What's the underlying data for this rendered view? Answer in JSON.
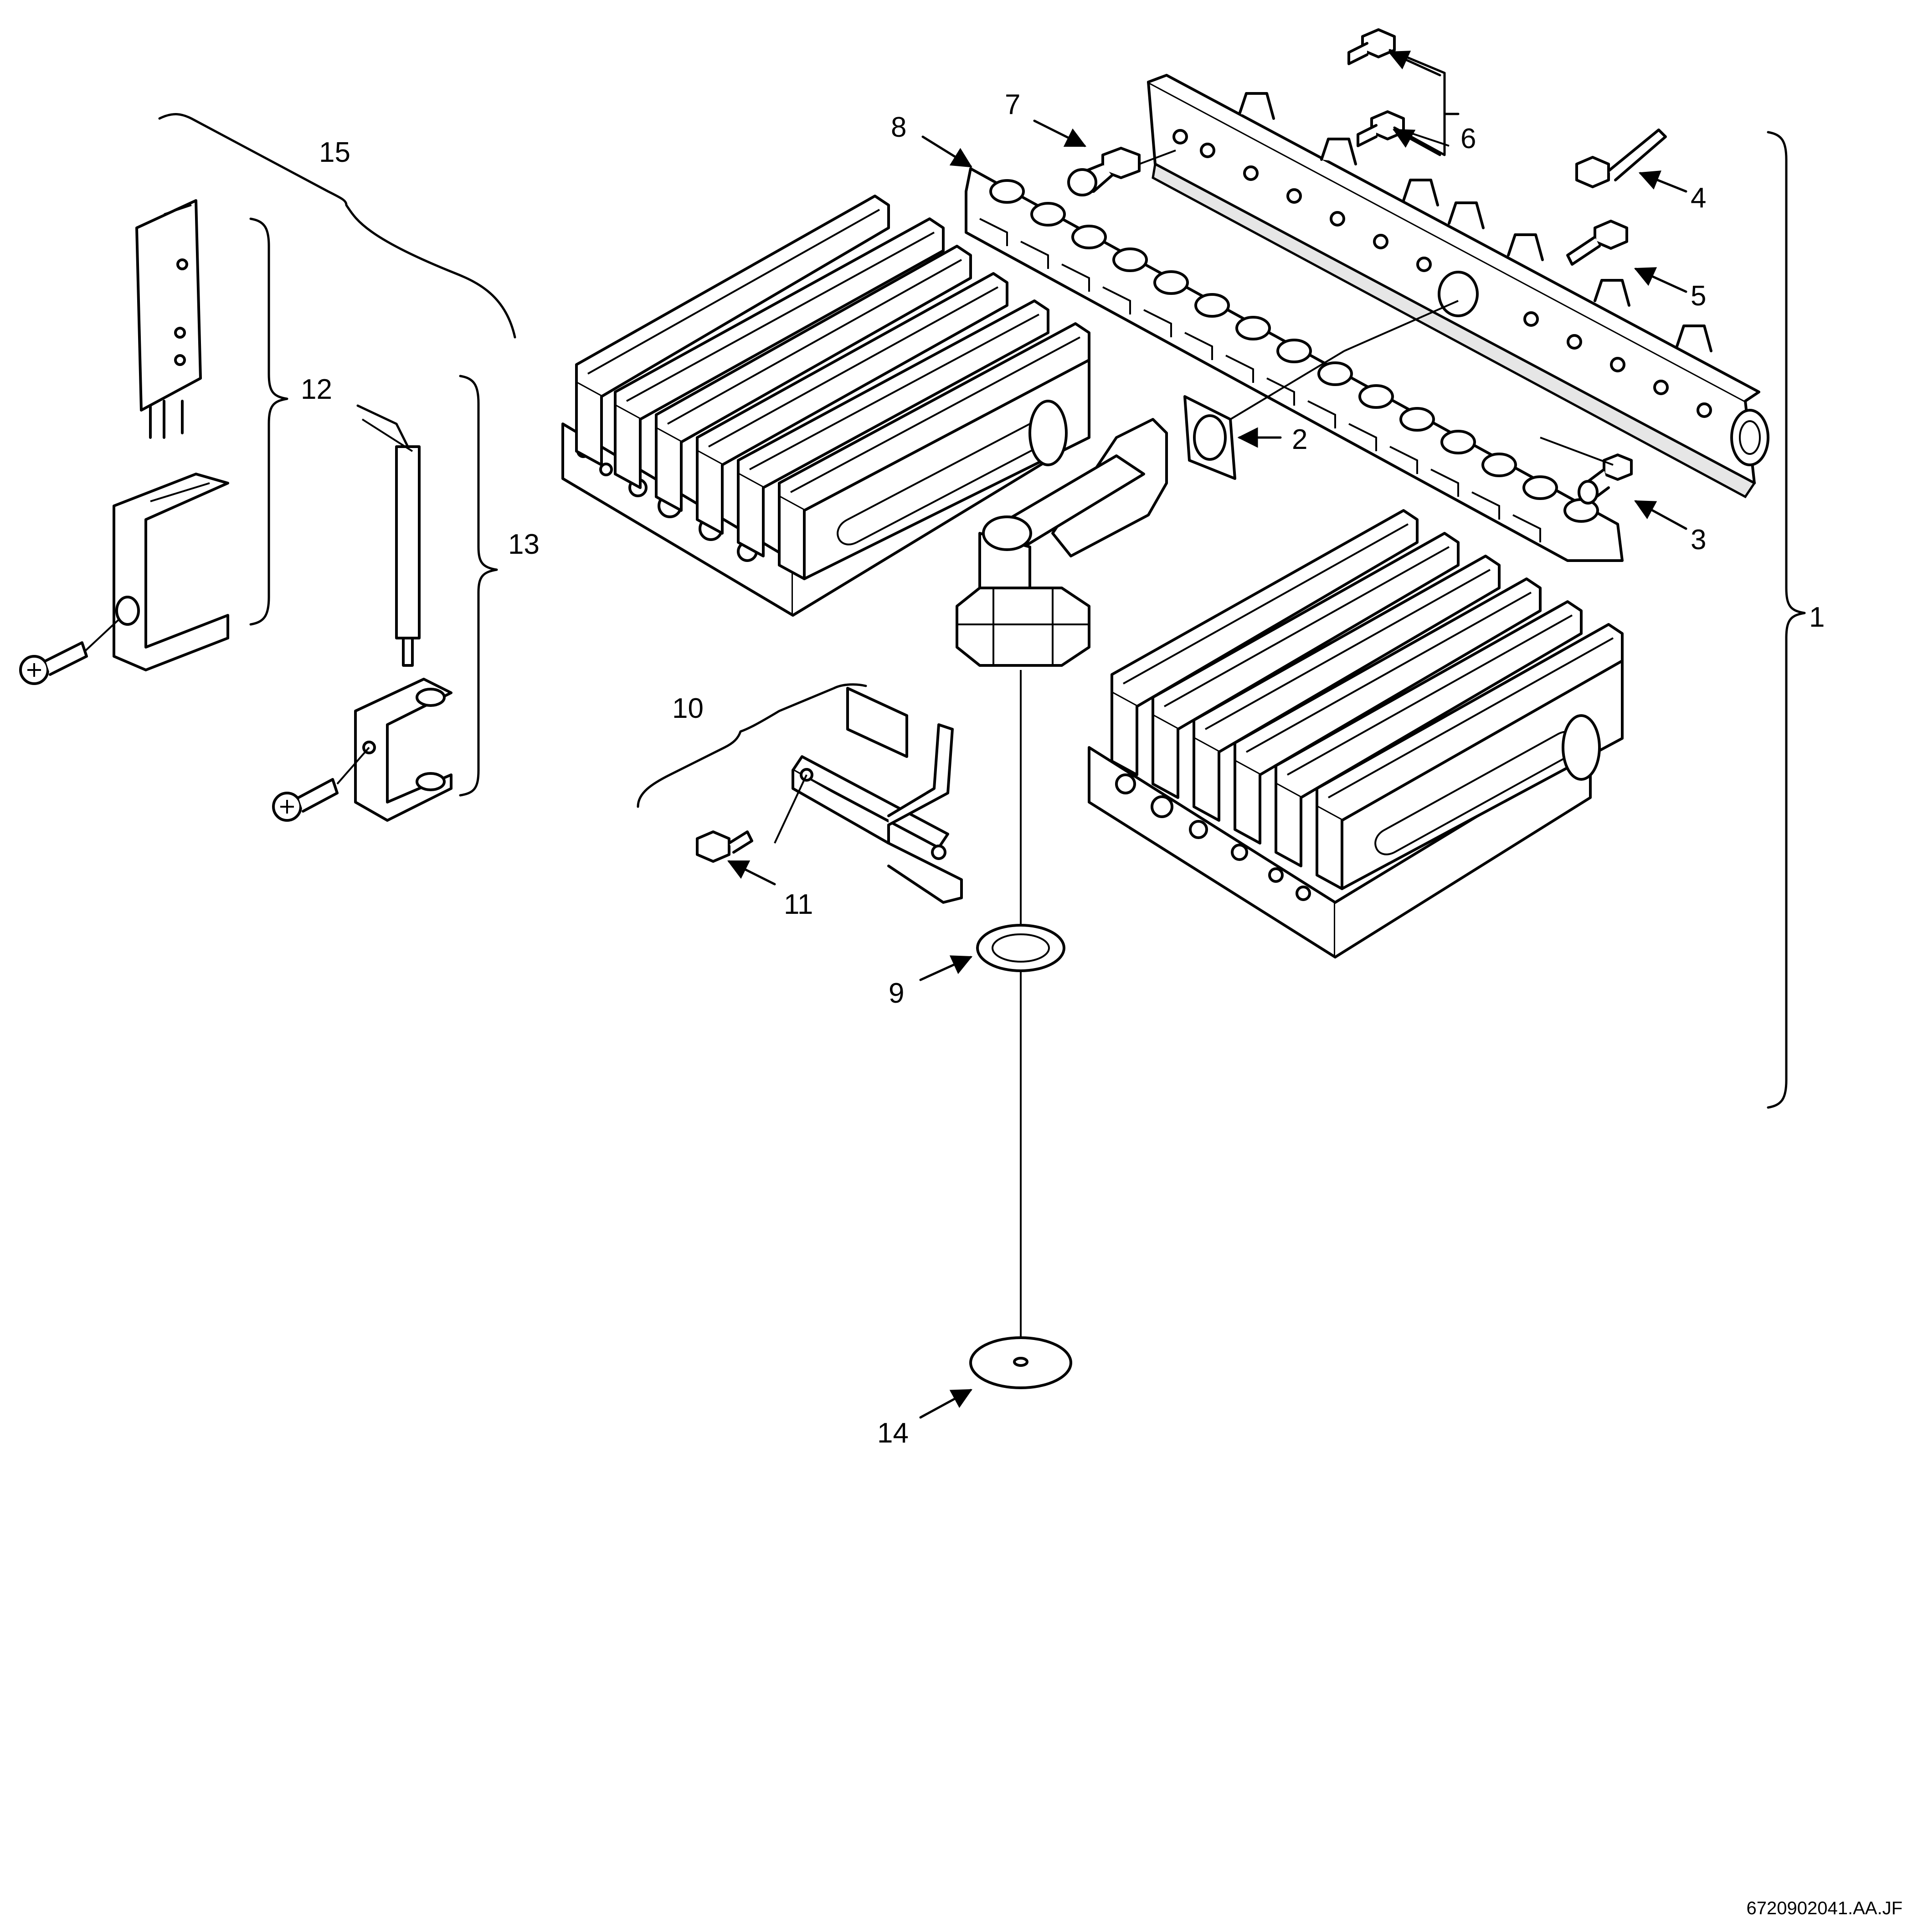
{
  "callouts": {
    "c1": "1",
    "c2": "2",
    "c3": "3",
    "c4": "4",
    "c5": "5",
    "c6": "6",
    "c7": "7",
    "c8": "8",
    "c9": "9",
    "c10": "10",
    "c11": "11",
    "c12": "12",
    "c13": "13",
    "c14": "14",
    "c15": "15"
  },
  "drawing_reference": "6720902041.AA.JF",
  "colors": {
    "line": "#000000",
    "background": "#ffffff",
    "shade": "#e6e6e6"
  }
}
